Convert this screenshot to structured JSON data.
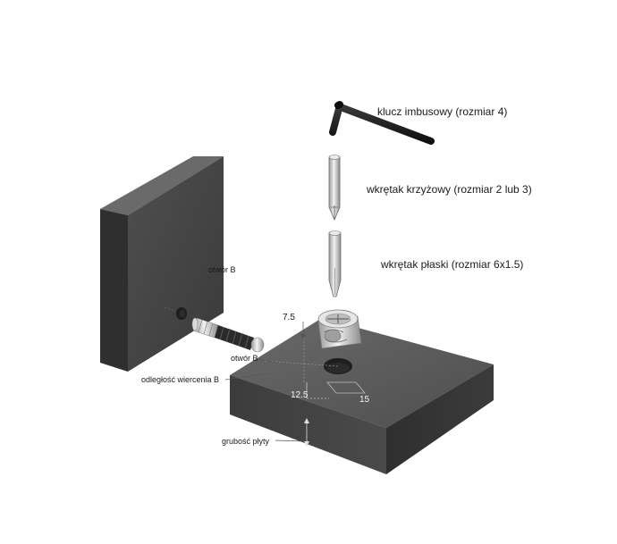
{
  "labels": {
    "hex_key": "klucz imbusowy (rozmiar 4)",
    "phillips": "wkrętak krzyżowy (rozmiar 2 lub 3)",
    "flat": "wkrętak płaski (rozmiar 6x1.5)",
    "hole_b_side": "otwór B",
    "hole_b": "otwór B",
    "drill_distance": "odległość wiercenia B",
    "thickness": "grubość płyty",
    "dim_7_5": "7.5",
    "dim_12_5": "12.5",
    "dim_15": "15"
  },
  "colors": {
    "panel_top": "#5b5b5b",
    "panel_side": "#3a3a3a",
    "panel_front": "#474747",
    "metal": "#cfcfcf",
    "key": "#1e1e1e"
  }
}
